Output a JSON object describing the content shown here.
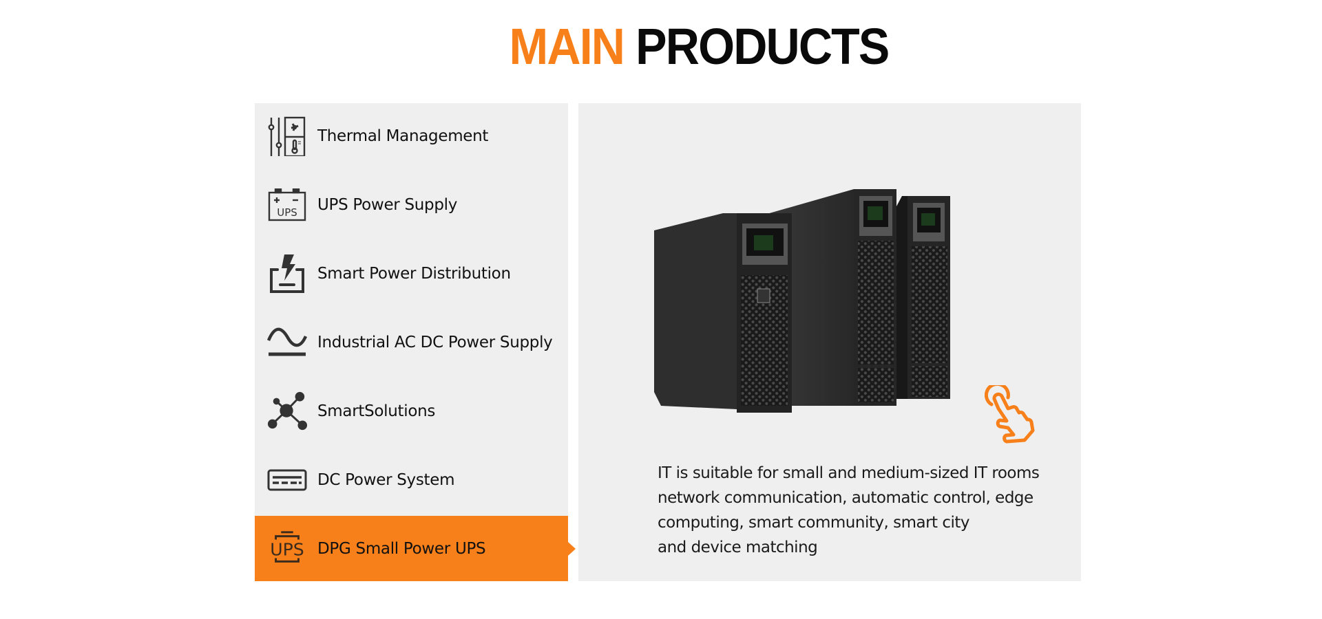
{
  "header": {
    "title_accent": "MAIN",
    "title_rest": "PRODUCTS",
    "accent_color": "#f7801a"
  },
  "menu": {
    "items": [
      {
        "label": "Thermal Management",
        "icon": "thermal-management-icon",
        "active": false
      },
      {
        "label": "UPS Power Supply",
        "icon": "ups-battery-icon",
        "active": false
      },
      {
        "label": "Smart Power Distribution",
        "icon": "power-distribution-icon",
        "active": false
      },
      {
        "label": "Industrial AC DC Power Supply",
        "icon": "ac-dc-wave-icon",
        "active": false
      },
      {
        "label": "SmartSolutions",
        "icon": "network-nodes-icon",
        "active": false
      },
      {
        "label": "DC Power System",
        "icon": "dc-power-icon",
        "active": false
      },
      {
        "label": "DPG Small Power UPS",
        "icon": "ups-text-icon",
        "active": true
      }
    ],
    "active_color": "#f7801a",
    "panel_color": "#efefef"
  },
  "detail": {
    "image": "ups-tower-units-image",
    "pointer_icon": "hand-pointer-icon",
    "description_lines": [
      "IT is suitable for small and medium-sized IT rooms",
      "network communication, automatic control, edge",
      "computing, smart community, smart city",
      "and device matching"
    ]
  }
}
